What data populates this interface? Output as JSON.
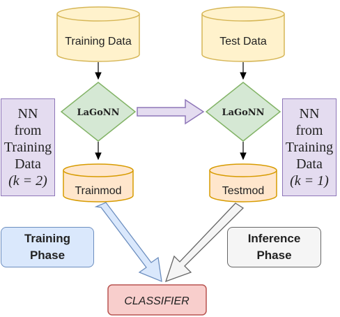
{
  "colors": {
    "cylinder_fill": "#fff2cc",
    "cylinder_stroke": "#d6b656",
    "mod_fill": "#ffe6cc",
    "mod_stroke": "#d79b00",
    "diamond_fill": "#d5e8d4",
    "diamond_stroke": "#82b366",
    "nn_fill": "#e4dcf0",
    "nn_stroke": "#8e76b8",
    "train_phase_fill": "#dae8fc",
    "train_phase_stroke": "#6c8ebf",
    "infer_phase_fill": "#f5f5f5",
    "infer_phase_stroke": "#666666",
    "classifier_fill": "#f8cecc",
    "classifier_stroke": "#b85450"
  },
  "nodes": {
    "training_data": "Training Data",
    "test_data": "Test Data",
    "lagonn_left": "LaGoNN",
    "lagonn_right": "LaGoNN",
    "trainmod": "Trainmod",
    "testmod": "Testmod",
    "classifier": "CLASSIFIER"
  },
  "nn_left": {
    "line1": "NN",
    "line2": "from",
    "line3": "Training",
    "line4": "Data",
    "line5": "(k = 2)"
  },
  "nn_right": {
    "line1": "NN",
    "line2": "from",
    "line3": "Training",
    "line4": "Data",
    "line5": "(k = 1)"
  },
  "phases": {
    "training": {
      "line1": "Training",
      "line2": "Phase"
    },
    "inference": {
      "line1": "Inference",
      "line2": "Phase"
    }
  }
}
